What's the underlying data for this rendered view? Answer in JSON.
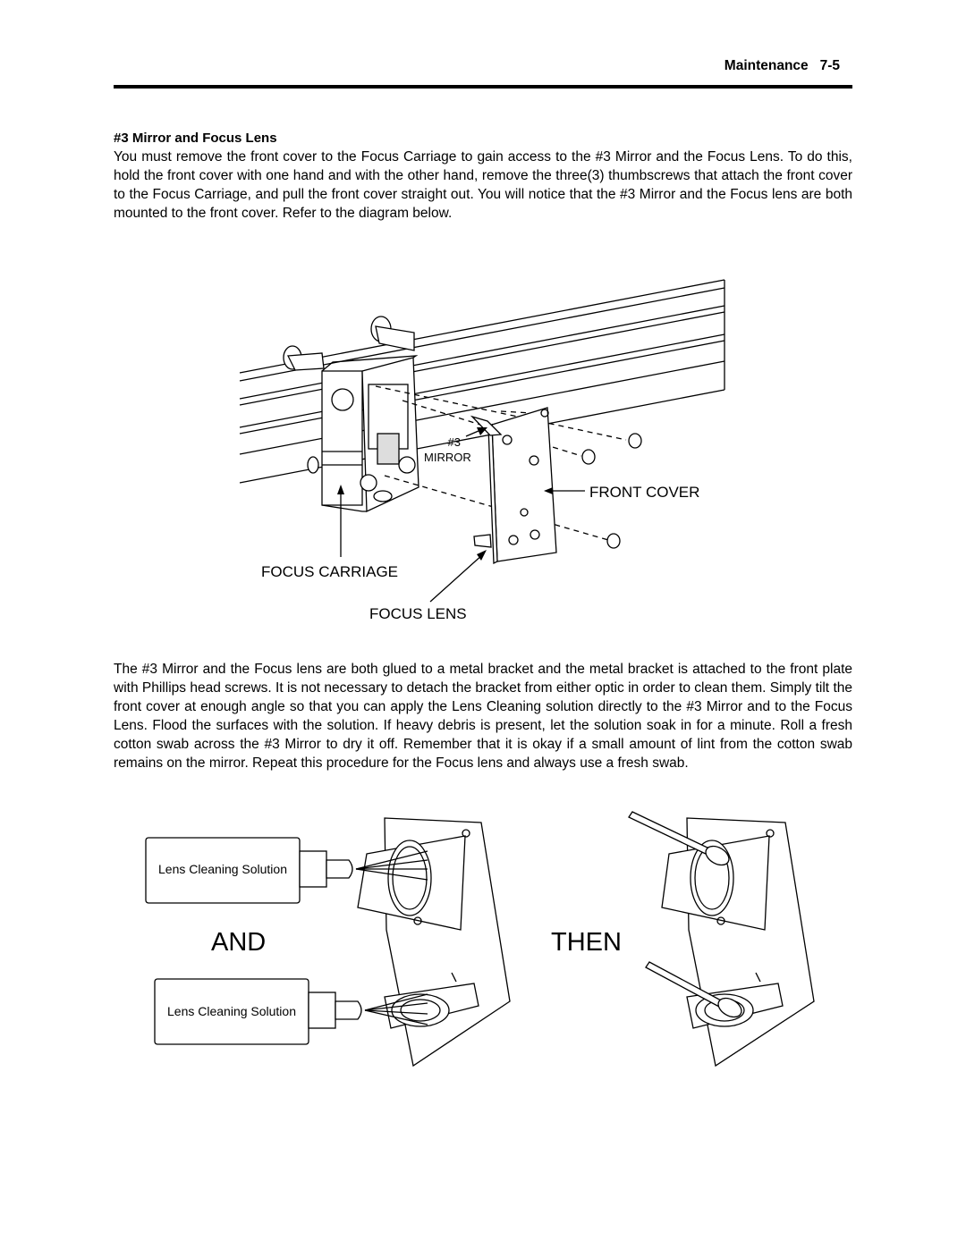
{
  "header": {
    "section": "Maintenance",
    "page_number": "7-5"
  },
  "section_title": "#3 Mirror and Focus Lens",
  "paragraphs": {
    "intro": "You must remove the front cover to the Focus Carriage to gain access to the #3 Mirror and the Focus Lens.  To do this, hold the front cover with one hand and with the other hand, remove the three(3) thumbscrews that attach the front cover to the Focus Carriage, and pull the front cover straight out.  You will notice that the #3 Mirror and the Focus lens are both mounted to the front cover.  Refer to the diagram below.",
    "cleaning": "The #3 Mirror and the Focus lens are both glued to a metal bracket and the metal bracket is attached to the front plate with Phillips head screws.  It is not necessary to detach the bracket from either optic in order to clean them.  Simply tilt the front cover at enough angle so that you can apply the Lens Cleaning solution directly to the #3 Mirror and to the Focus Lens.  Flood the surfaces with the solution.  If heavy debris is present, let the solution soak in for a minute.  Roll a fresh cotton swab across the #3 Mirror to dry it off.  Remember that it is okay if a small amount of lint from the cotton swab remains on the mirror.  Repeat this procedure for the Focus lens and always use a fresh swab."
  },
  "diagram1": {
    "labels": {
      "mirror_line1": "#3",
      "mirror_line2": "MIRROR",
      "front_cover": "FRONT COVER",
      "focus_carriage": "FOCUS CARRIAGE",
      "focus_lens": "FOCUS LENS"
    }
  },
  "diagram2": {
    "bottle_label_top": "Lens Cleaning Solution",
    "bottle_label_bottom": "Lens Cleaning Solution",
    "word_left": "AND",
    "word_right": "THEN"
  }
}
